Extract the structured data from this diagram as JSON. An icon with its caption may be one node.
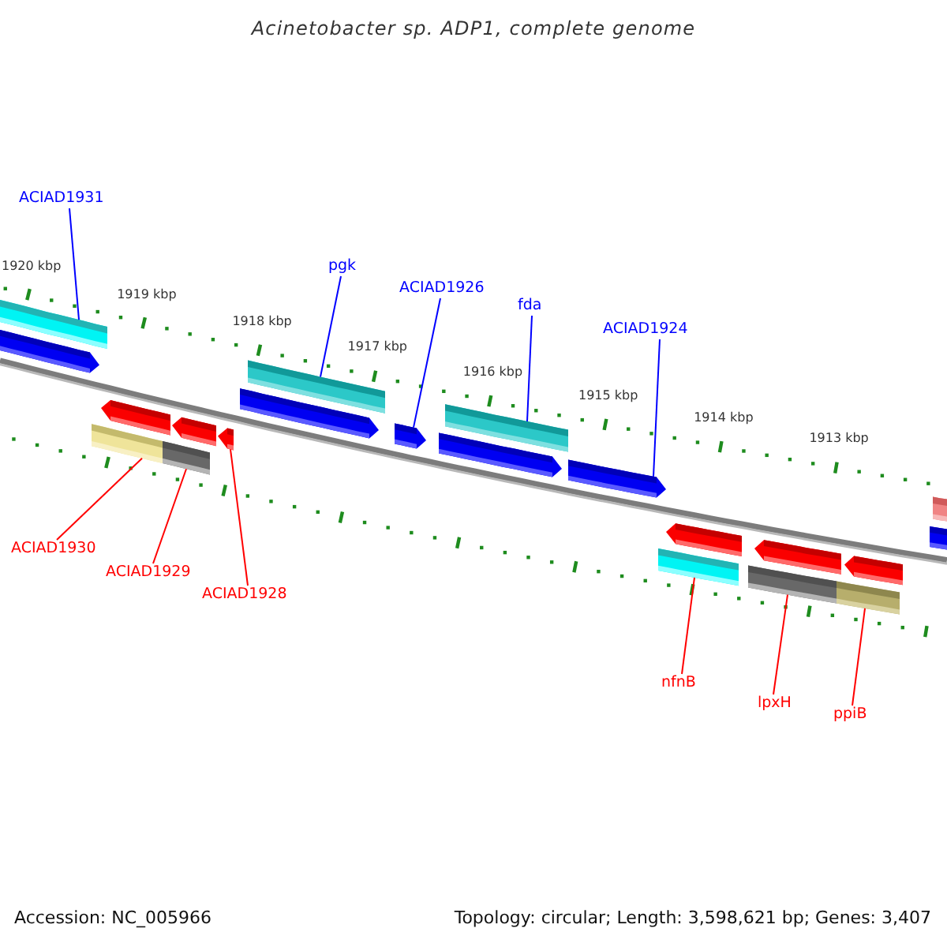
{
  "diagram": {
    "title": "Acinetobacter sp. ADP1, complete genome",
    "nodes": [
      {
        "text": [
          "ACIAD1931"
        ]
      },
      {
        "text": [
          "pgk"
        ]
      },
      {
        "text": [
          "ACIAD1926"
        ]
      },
      {
        "text": [
          "fda"
        ]
      },
      {
        "text": [
          "ACIAD1924"
        ]
      },
      {
        "text": [
          "ACIAD1930"
        ]
      },
      {
        "text": [
          "ACIAD1929"
        ]
      },
      {
        "text": [
          "ACIAD1928"
        ]
      },
      {
        "text": [
          "nfnB"
        ]
      },
      {
        "text": [
          "lpxH"
        ]
      },
      {
        "text": [
          "ppiB"
        ]
      },
      {
        "text": [],
        "shape": "bar"
      },
      {
        "text": [],
        "shape": "arrow"
      },
      {
        "text": [],
        "shape": "bar"
      },
      {
        "text": [],
        "shape": "arrow"
      },
      {
        "text": [],
        "shape": "bar"
      },
      {
        "text": [],
        "shape": "arrow"
      },
      {
        "text": [],
        "shape": "arrow"
      },
      {
        "text": [],
        "shape": "arrow"
      },
      {
        "text": [],
        "shape": "bar"
      },
      {
        "text": [],
        "shape": "arrow"
      },
      {
        "text": [],
        "shape": "arrow"
      },
      {
        "text": [],
        "shape": "bar"
      },
      {
        "text": [],
        "shape": "arrow"
      },
      {
        "text": [],
        "shape": "bar"
      },
      {
        "text": [],
        "shape": "arrow"
      },
      {
        "text": [],
        "shape": "bar"
      },
      {
        "text": [],
        "shape": "arrow"
      },
      {
        "text": [],
        "shape": "bar"
      },
      {
        "text": [],
        "shape": "arrow"
      },
      {
        "text": [],
        "shape": "bar"
      },
      {
        "text": [],
        "shape": "bar"
      }
    ],
    "edges": [
      {
        "from": 0,
        "to": 11,
        "arrow": "none",
        "color": "#0000ff"
      },
      {
        "from": 1,
        "to": 19,
        "arrow": "none",
        "color": "#0000ff"
      },
      {
        "from": 2,
        "to": 20,
        "arrow": "none",
        "color": "#0000ff"
      },
      {
        "from": 3,
        "to": 22,
        "arrow": "none",
        "color": "#0000ff"
      },
      {
        "from": 4,
        "to": 23,
        "arrow": "none",
        "color": "#0000ff"
      },
      {
        "from": 5,
        "to": 13,
        "arrow": "none"
      },
      {
        "from": 6,
        "to": 15,
        "arrow": "none"
      },
      {
        "from": 7,
        "to": 17,
        "arrow": "none"
      },
      {
        "from": 8,
        "to": 24,
        "arrow": "none"
      },
      {
        "from": 9,
        "to": 26,
        "arrow": "none"
      },
      {
        "from": 10,
        "to": 28,
        "arrow": "none"
      }
    ],
    "labels": [
      "1920 kbp",
      "1919 kbp",
      "1918 kbp",
      "1917 kbp",
      "1916 kbp",
      "1915 kbp",
      "1914 kbp",
      "1913 kbp",
      "Accession: NC_005966",
      "Topology: circular; Length: 3,598,621 bp; Genes: 3,407"
    ]
  }
}
